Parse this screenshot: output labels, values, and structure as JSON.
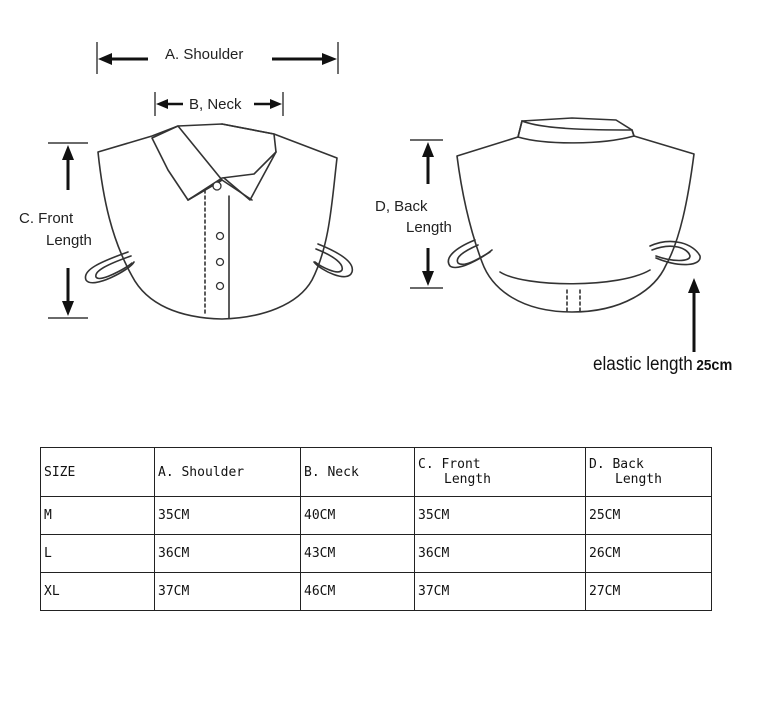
{
  "diagram": {
    "shoulder_label": "A. Shoulder",
    "neck_label": "B, Neck",
    "front_length_line1": "C. Front",
    "front_length_line2": "Length",
    "back_length_line1": "D, Back",
    "back_length_line2": "Length",
    "elastic_label": "elastic length",
    "elastic_value": "25",
    "elastic_unit": "cm"
  },
  "table": {
    "headers": [
      {
        "line1": "SIZE",
        "line2": ""
      },
      {
        "line1": "A. Shoulder",
        "line2": ""
      },
      {
        "line1": "B. Neck",
        "line2": ""
      },
      {
        "line1": "C. Front",
        "line2": "Length"
      },
      {
        "line1": "D. Back",
        "line2": "Length"
      }
    ],
    "rows": [
      [
        "M",
        "35CM",
        "40CM",
        "35CM",
        "25CM"
      ],
      [
        "L",
        "36CM",
        "43CM",
        "36CM",
        "26CM"
      ],
      [
        "XL",
        "37CM",
        "46CM",
        "37CM",
        "27CM"
      ]
    ]
  }
}
